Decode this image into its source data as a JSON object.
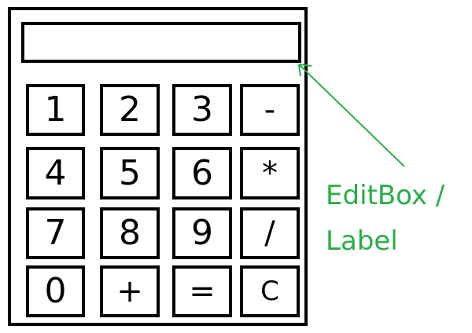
{
  "display": {
    "value": ""
  },
  "keys": [
    [
      "1",
      "2",
      "3",
      "-"
    ],
    [
      "4",
      "5",
      "6",
      "*"
    ],
    [
      "7",
      "8",
      "9",
      "/"
    ],
    [
      "0",
      "+",
      "=",
      "C"
    ]
  ],
  "annotation": {
    "line1": "EditBox /",
    "line2": "Label",
    "color": "#2aad4a"
  },
  "colors": {
    "outline": "#000000",
    "background": "#ffffff",
    "annotation": "#2aad4a"
  }
}
